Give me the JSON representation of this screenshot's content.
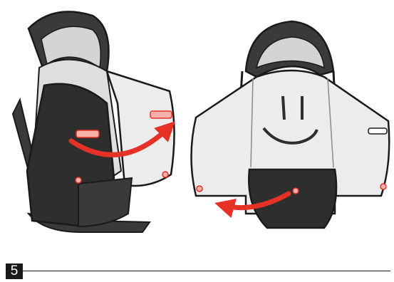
{
  "step": {
    "number": "5"
  },
  "colors": {
    "ink": "#1a1a1a",
    "cover_dark": "#2e2e2e",
    "cover_light": "#ececec",
    "frame": "#3a3a3a",
    "canopy": "#d4d4d4",
    "arrow": "#e63127",
    "accent_fill": "#f6b2a8"
  },
  "icons": [
    "stroller-left-view",
    "stroller-right-view",
    "fold-over-arrow",
    "fold-back-arrow"
  ]
}
